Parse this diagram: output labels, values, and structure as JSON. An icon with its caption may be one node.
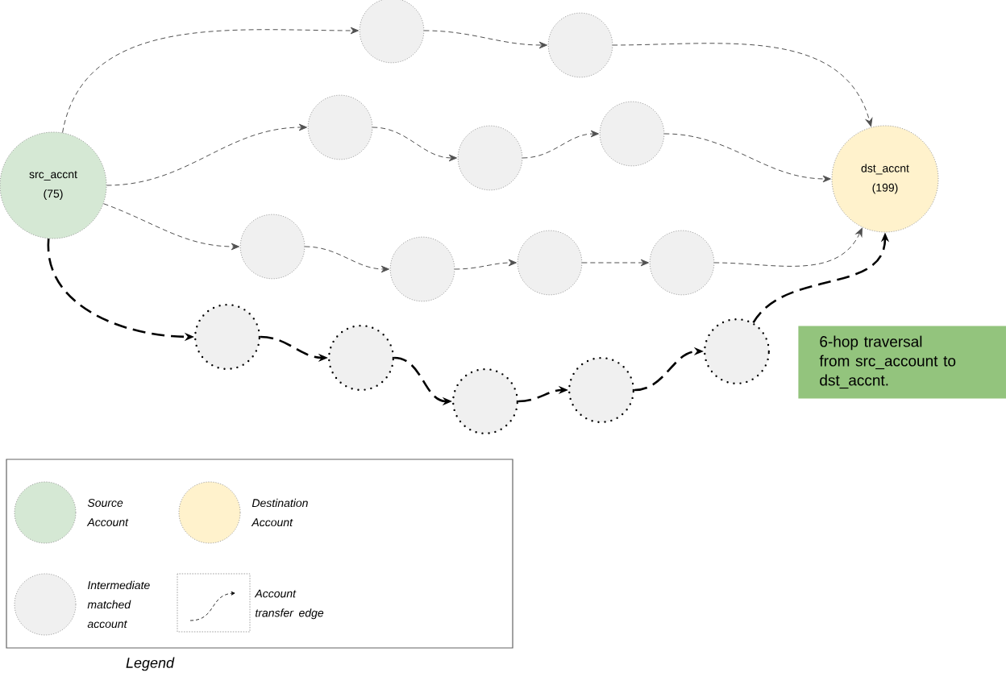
{
  "diagram": {
    "nodes": [
      {
        "text": [
          "src_accnt (75)"
        ]
      },
      {
        "text": [],
        "shape": "circle"
      },
      {
        "text": [],
        "shape": "circle"
      },
      {
        "text": [],
        "shape": "circle"
      },
      {
        "text": [],
        "shape": "circle"
      },
      {
        "text": [],
        "shape": "circle"
      },
      {
        "text": [],
        "shape": "circle"
      },
      {
        "text": [],
        "shape": "circle"
      },
      {
        "text": [],
        "shape": "circle"
      },
      {
        "text": [],
        "shape": "circle"
      },
      {
        "text": [],
        "shape": "circle"
      },
      {
        "text": [],
        "shape": "circle"
      },
      {
        "text": [],
        "shape": "circle"
      },
      {
        "text": [],
        "shape": "circle"
      },
      {
        "text": [],
        "shape": "circle"
      },
      {
        "text": [
          "dst_accnt (199)"
        ]
      },
      {
        "text": [
          "6-hop traversal from src_account to dst_accnt."
        ]
      }
    ],
    "edges": [
      {
        "from": 0,
        "to": 1,
        "arrow": "to"
      },
      {
        "from": 1,
        "to": 2,
        "arrow": "to"
      },
      {
        "from": 2,
        "to": 15,
        "arrow": "to"
      },
      {
        "from": 0,
        "to": 3,
        "arrow": "to"
      },
      {
        "from": 3,
        "to": 4,
        "arrow": "to"
      },
      {
        "from": 4,
        "to": 5,
        "arrow": "to"
      },
      {
        "from": 5,
        "to": 15,
        "arrow": "to"
      },
      {
        "from": 0,
        "to": 6,
        "arrow": "to"
      },
      {
        "from": 6,
        "to": 7,
        "arrow": "to"
      },
      {
        "from": 7,
        "to": 8,
        "arrow": "to"
      },
      {
        "from": 8,
        "to": 9,
        "arrow": "to"
      },
      {
        "from": 9,
        "to": 15,
        "arrow": "to"
      },
      {
        "from": 0,
        "to": 10,
        "arrow": "to",
        "style": "dashed",
        "color": "#000000"
      },
      {
        "from": 10,
        "to": 11,
        "arrow": "to",
        "style": "dashed",
        "color": "#000000"
      },
      {
        "from": 11,
        "to": 12,
        "arrow": "to",
        "style": "dashed",
        "color": "#000000"
      },
      {
        "from": 12,
        "to": 13,
        "arrow": "to",
        "style": "dashed",
        "color": "#000000"
      },
      {
        "from": 13,
        "to": 14,
        "arrow": "to",
        "style": "dashed",
        "color": "#000000"
      },
      {
        "from": 14,
        "to": 15,
        "arrow": "to",
        "style": "dashed",
        "color": "#000000"
      }
    ],
    "labels": [
      "Legend"
    ],
    "legend": [
      {
        "text": "Source Account",
        "color": "#d5e8d4"
      },
      {
        "text": "Destination Account",
        "color": "#fff2cc"
      },
      {
        "text": "Intermediate matched account",
        "color": "#f0f0f0"
      },
      {
        "text": "Account transfer edge"
      }
    ]
  }
}
